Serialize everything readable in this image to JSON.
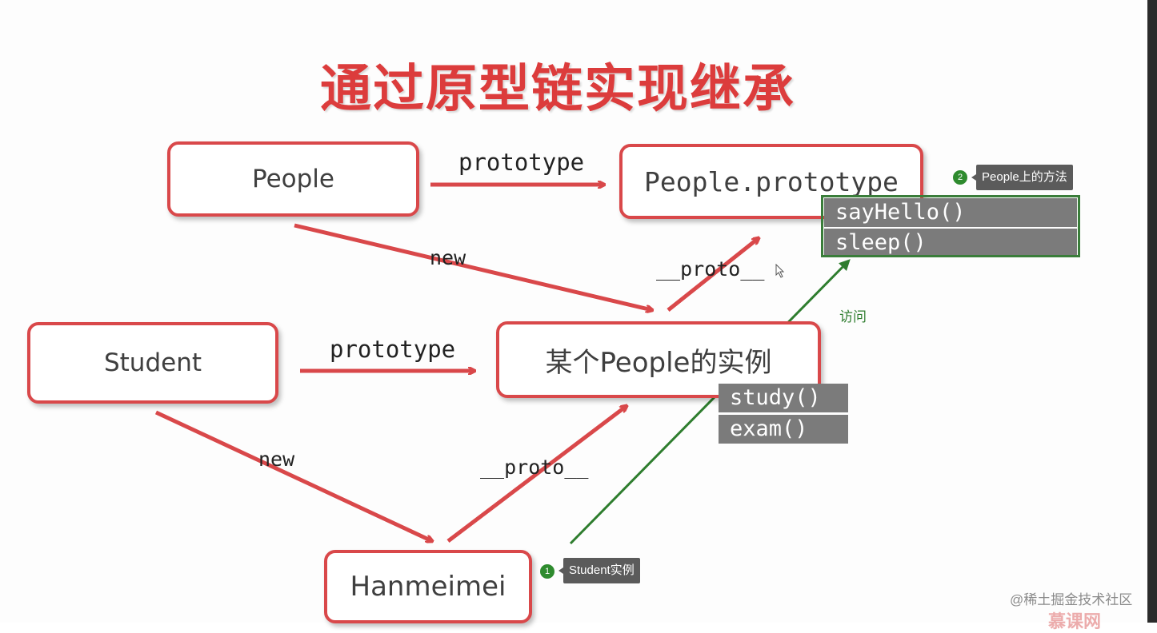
{
  "title": "通过原型链实现继承",
  "boxes": {
    "people": "People",
    "people_prototype": "People.prototype",
    "student": "Student",
    "people_instance": "某个People的实例",
    "hanmeimei": "Hanmeimei"
  },
  "edge_labels": {
    "people_prototype": "prototype",
    "people_new": "new",
    "instance_proto": "__proto__",
    "student_prototype": "prototype",
    "student_new": "new",
    "hanmeimei_proto": "__proto__"
  },
  "people_methods": [
    "sayHello()",
    "sleep()"
  ],
  "instance_methods": [
    "study()",
    "exam()"
  ],
  "annotations": {
    "visit_label": "访问",
    "marker1_number": "1",
    "marker1_text": "Student实例",
    "marker2_number": "2",
    "marker2_text": "People上的方法"
  },
  "watermark": "@稀土掘金技术社区",
  "brand": "慕课网",
  "colors": {
    "accent_red": "#d9484a",
    "annotation_green": "#2e7d2e",
    "method_gray": "#7b7b7b"
  }
}
